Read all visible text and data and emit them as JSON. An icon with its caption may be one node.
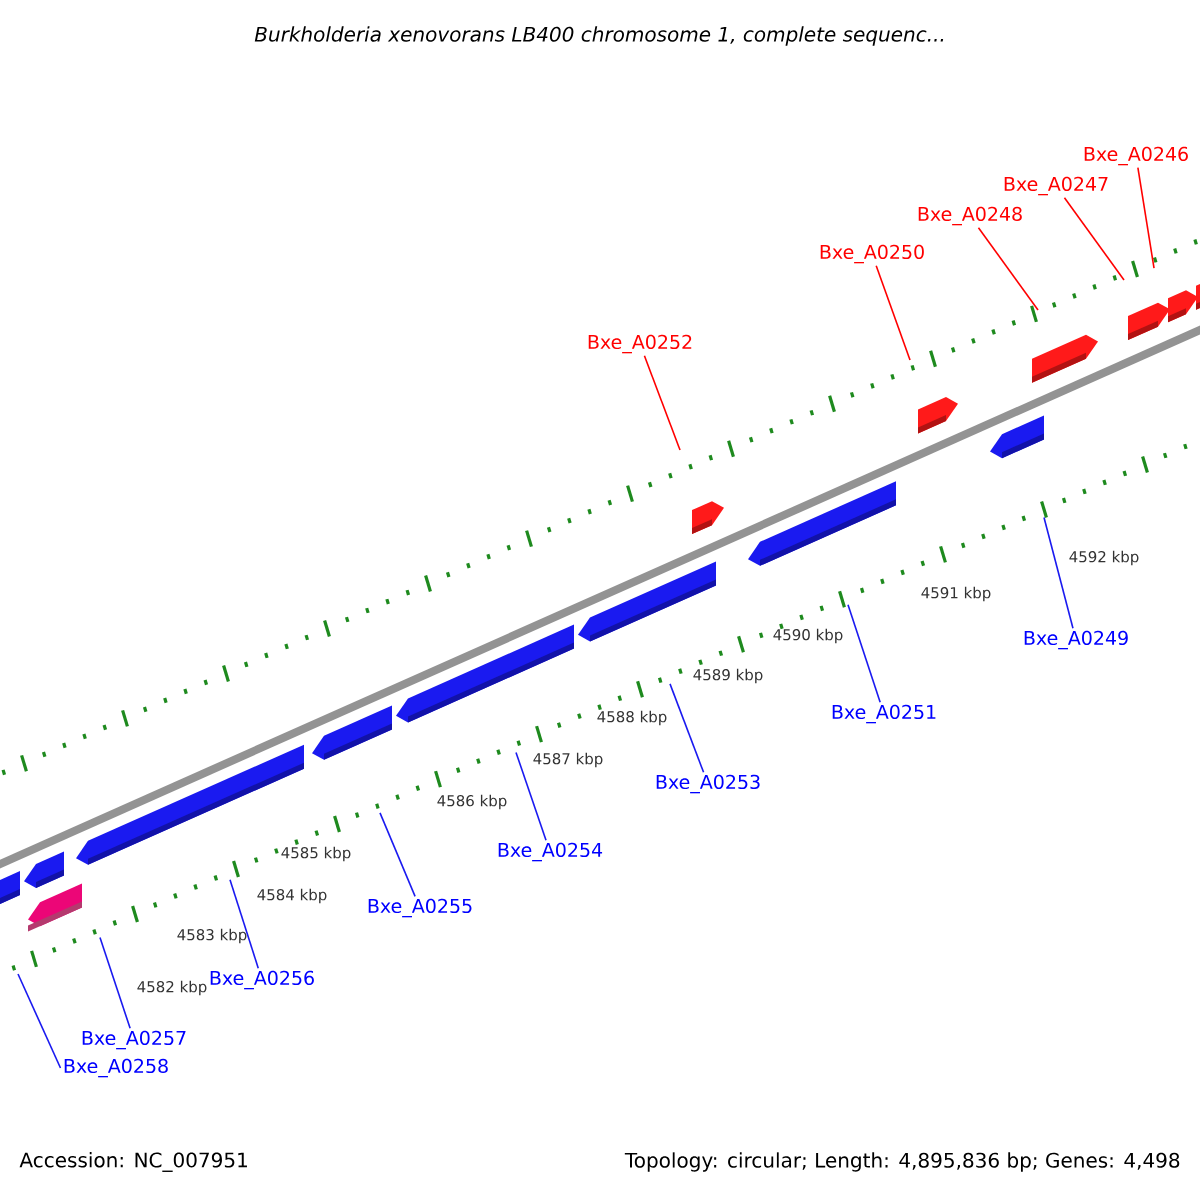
{
  "diagram": {
    "title": "Burkholderia xenovorans LB400 chromosome 1, complete sequenc...",
    "nodes": [
      {
        "text": [
          "Bxe_A0246"
        ]
      },
      {
        "text": [
          "Bxe_A0247"
        ]
      },
      {
        "text": [
          "Bxe_A0248"
        ]
      },
      {
        "text": [
          "Bxe_A0250"
        ]
      },
      {
        "text": [
          "Bxe_A0252"
        ]
      },
      {
        "text": [
          "Bxe_A0249"
        ]
      },
      {
        "text": [
          "Bxe_A0251"
        ]
      },
      {
        "text": [
          "Bxe_A0253"
        ]
      },
      {
        "text": [
          "Bxe_A0254"
        ]
      },
      {
        "text": [
          "Bxe_A0255"
        ]
      },
      {
        "text": [
          "Bxe_A0256"
        ]
      },
      {
        "text": [
          "Bxe_A0257"
        ]
      },
      {
        "text": [
          "Bxe_A0258"
        ]
      }
    ],
    "edges": [
      {
        "from": 0,
        "to": null,
        "arrow": "none",
        "color": "#ff0000"
      },
      {
        "from": 1,
        "to": null,
        "arrow": "none",
        "color": "#ff0000"
      },
      {
        "from": 2,
        "to": null,
        "arrow": "none",
        "color": "#ff0000"
      },
      {
        "from": 3,
        "to": null,
        "arrow": "none",
        "color": "#ff0000"
      },
      {
        "from": 4,
        "to": null,
        "arrow": "none",
        "color": "#ff0000"
      },
      {
        "from": 5,
        "to": null,
        "arrow": "none"
      },
      {
        "from": 6,
        "to": null,
        "arrow": "none"
      },
      {
        "from": 7,
        "to": null,
        "arrow": "none"
      },
      {
        "from": 8,
        "to": null,
        "arrow": "none"
      },
      {
        "from": 9,
        "to": null,
        "arrow": "none"
      },
      {
        "from": 10,
        "to": null,
        "arrow": "none"
      },
      {
        "from": 11,
        "to": null,
        "arrow": "none"
      },
      {
        "from": 12,
        "to": null,
        "arrow": "none"
      }
    ],
    "labels": [
      "4592 kbp",
      "4591 kbp",
      "4590 kbp",
      "4589 kbp",
      "4588 kbp",
      "4587 kbp",
      "4586 kbp",
      "4585 kbp",
      "4584 kbp",
      "4583 kbp",
      "4582 kbp",
      "Accession: NC_007951",
      "Topology: circular; Length: 4,895,836 bp; Genes: 4,498"
    ]
  }
}
